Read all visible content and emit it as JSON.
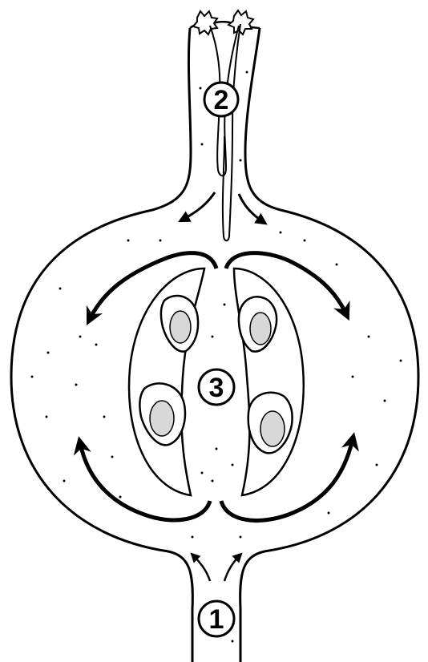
{
  "diagram": {
    "labels": [
      {
        "id": "1",
        "text": "1"
      },
      {
        "id": "2",
        "text": "2"
      },
      {
        "id": "3",
        "text": "3"
      }
    ],
    "colors": {
      "ink": "#000000",
      "paper": "#ffffff"
    }
  }
}
